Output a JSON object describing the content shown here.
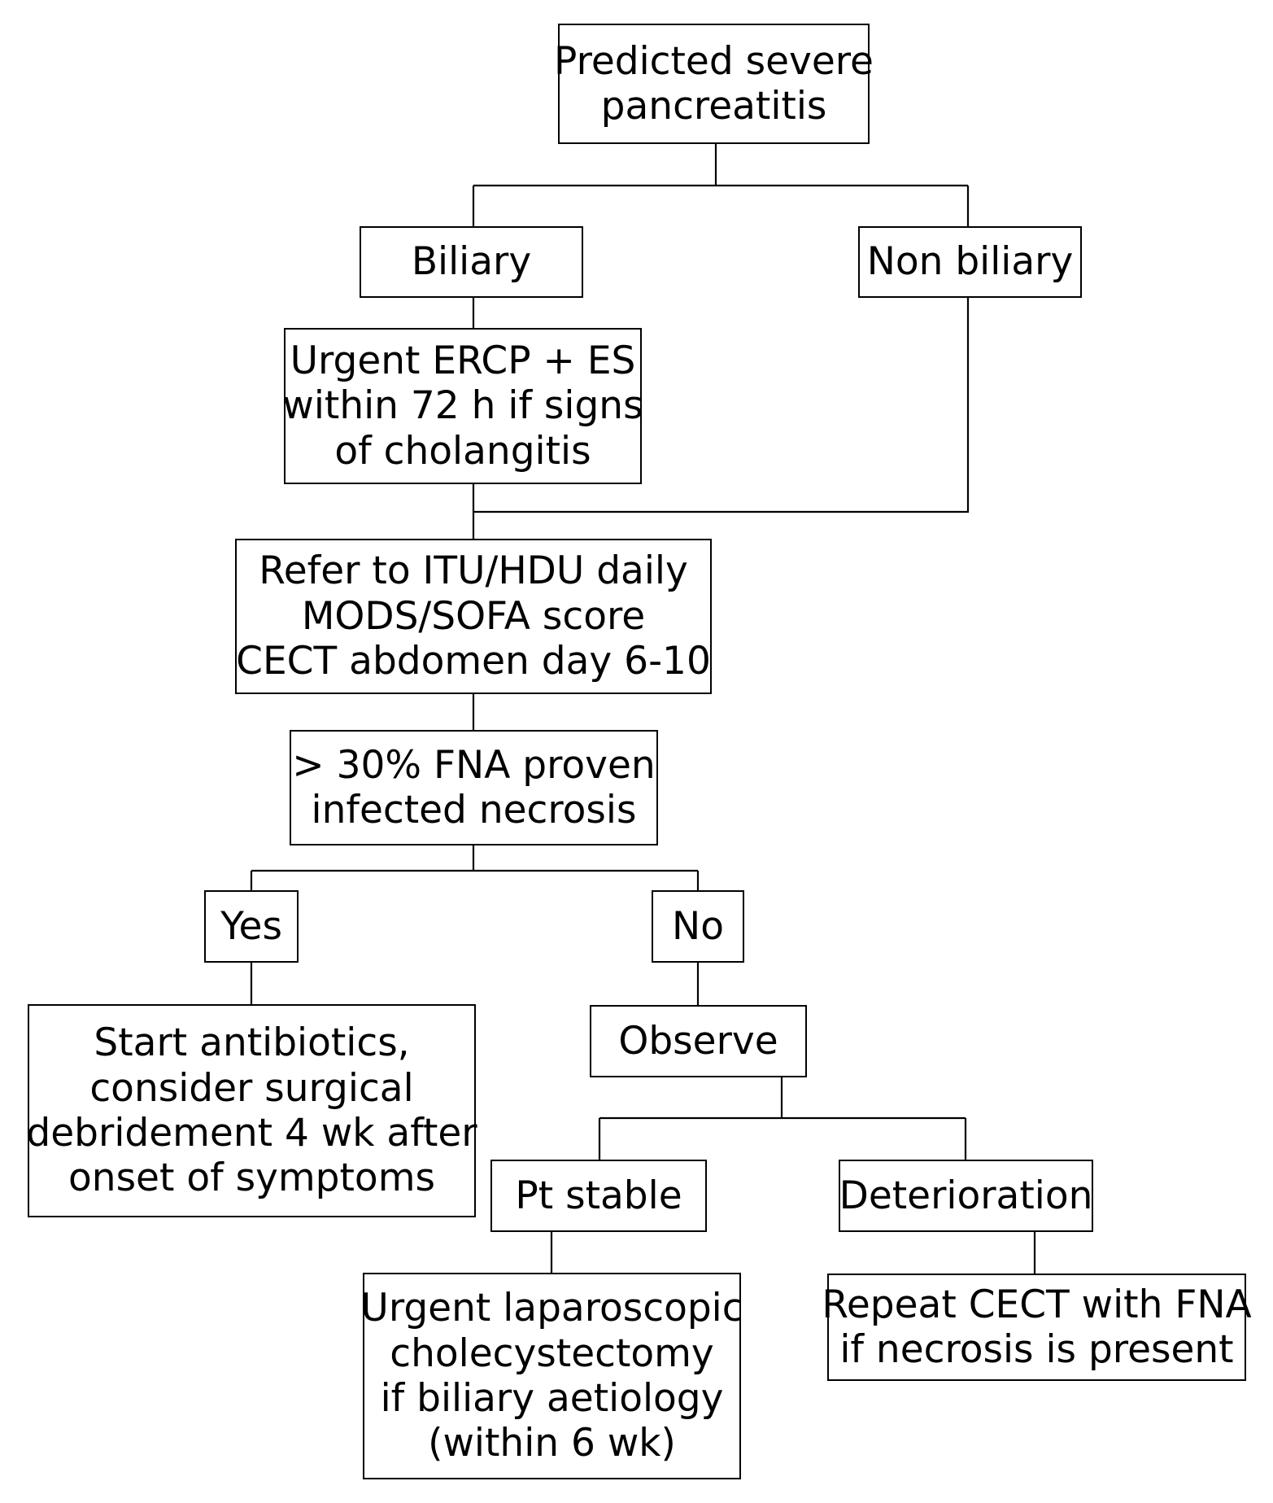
{
  "colors": {
    "line": "#000000",
    "box_border": "#000000",
    "box_fill": "#ffffff",
    "text": "#000000"
  },
  "nodes": {
    "start": {
      "lines": [
        "Predicted severe",
        "pancreatitis"
      ]
    },
    "biliary": {
      "lines": [
        "Biliary"
      ]
    },
    "non_biliary": {
      "lines": [
        "Non biliary"
      ]
    },
    "ercp": {
      "lines": [
        "Urgent ERCP + ES",
        "within 72 h if signs",
        "of cholangitis"
      ]
    },
    "refer": {
      "lines": [
        "Refer to ITU/HDU daily",
        "MODS/SOFA score",
        "CECT abdomen day 6-10"
      ]
    },
    "fna": {
      "lines": [
        "> 30% FNA proven",
        "infected necrosis"
      ]
    },
    "yes": {
      "lines": [
        "Yes"
      ]
    },
    "no": {
      "lines": [
        "No"
      ]
    },
    "antibiotics": {
      "lines": [
        "Start antibiotics,",
        "consider surgical",
        "debridement 4 wk after",
        "onset of symptoms"
      ]
    },
    "observe": {
      "lines": [
        "Observe"
      ]
    },
    "stable": {
      "lines": [
        "Pt stable"
      ]
    },
    "deterioration": {
      "lines": [
        "Deterioration"
      ]
    },
    "lap_chole": {
      "lines": [
        "Urgent laparoscopic",
        "cholecystectomy",
        "if biliary aetiology",
        "(within 6 wk)"
      ]
    },
    "repeat_cect": {
      "lines": [
        "Repeat CECT with FNA",
        "if necrosis is present"
      ]
    }
  }
}
